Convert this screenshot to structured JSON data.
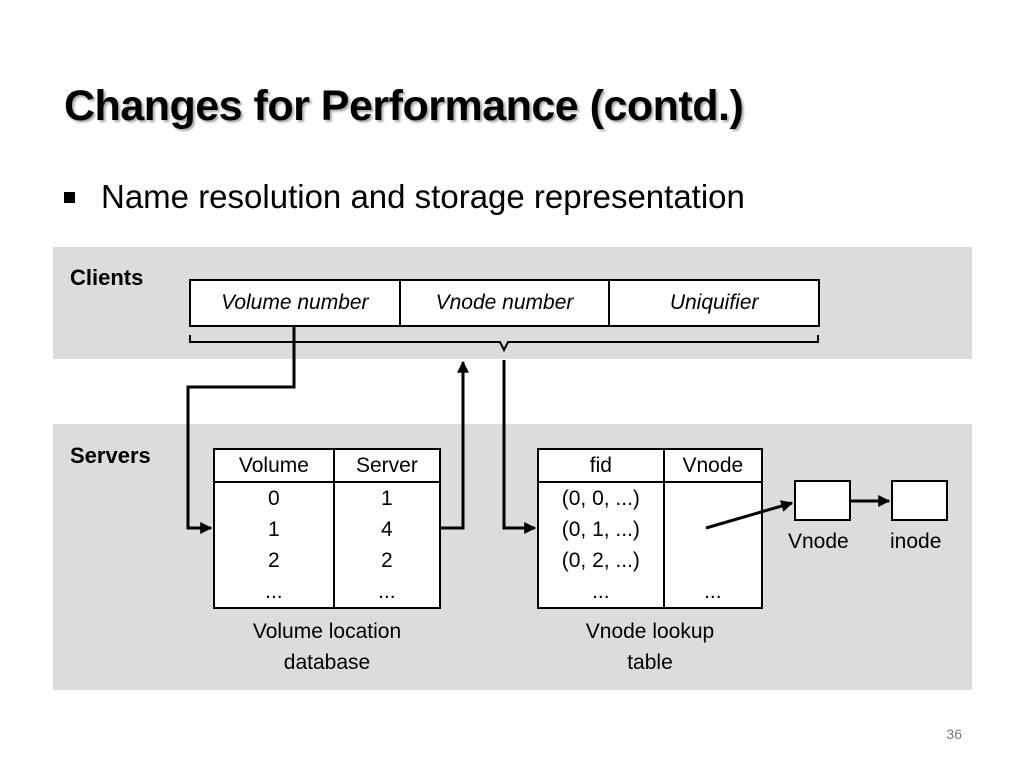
{
  "slide": {
    "title": "Changes for Performance (contd.)",
    "bullet": "Name resolution and storage representation",
    "page_number": "36"
  },
  "clients": {
    "label": "Clients",
    "fid_fields": [
      "Volume number",
      "Vnode number",
      "Uniquifier"
    ]
  },
  "servers": {
    "label": "Servers",
    "volume_table": {
      "headers": [
        "Volume",
        "Server"
      ],
      "rows": [
        [
          "0",
          "1"
        ],
        [
          "1",
          "4"
        ],
        [
          "2",
          "2"
        ],
        [
          "...",
          "..."
        ]
      ],
      "caption_line1": "Volume location",
      "caption_line2": "database"
    },
    "vnode_table": {
      "headers": [
        "fid",
        "Vnode"
      ],
      "rows": [
        [
          "(0, 0, ...)",
          ""
        ],
        [
          "(0, 1, ...)",
          ""
        ],
        [
          "(0, 2, ...)",
          ""
        ],
        [
          "...",
          "..."
        ]
      ],
      "caption_line1": "Vnode lookup",
      "caption_line2": "table"
    },
    "vnode_box_label": "Vnode",
    "inode_box_label": "inode"
  },
  "colors": {
    "band": "#dcdcdc",
    "line": "#000000"
  }
}
